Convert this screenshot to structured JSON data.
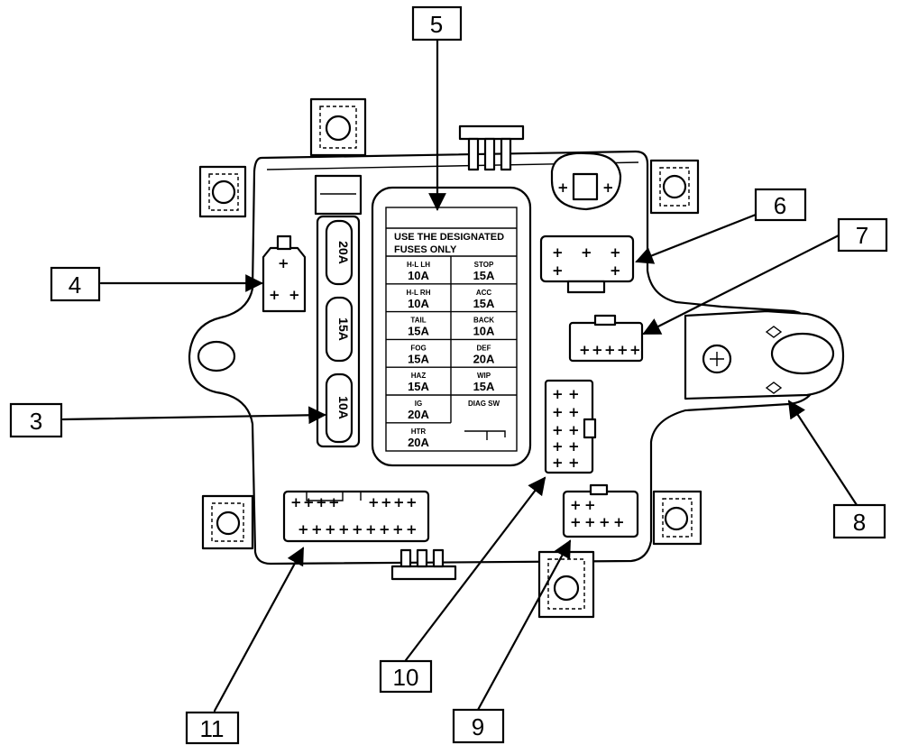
{
  "diagram": {
    "fuse_chart": {
      "heading_line1": "USE THE DESIGNATED",
      "heading_line2": "FUSES ONLY",
      "rows": [
        {
          "left_name": "H-L LH",
          "left_amp": "10A",
          "right_name": "STOP",
          "right_amp": "15A"
        },
        {
          "left_name": "H-L RH",
          "left_amp": "10A",
          "right_name": "ACC",
          "right_amp": "15A"
        },
        {
          "left_name": "TAIL",
          "left_amp": "15A",
          "right_name": "BACK",
          "right_amp": "10A"
        },
        {
          "left_name": "FOG",
          "left_amp": "15A",
          "right_name": "DEF",
          "right_amp": "20A"
        },
        {
          "left_name": "HAZ",
          "left_amp": "15A",
          "right_name": "WIP",
          "right_amp": "15A"
        },
        {
          "left_name": "IG",
          "left_amp": "20A",
          "right_name": "DIAG SW",
          "right_amp": ""
        },
        {
          "left_name": "HTR",
          "left_amp": "20A",
          "right_name": "",
          "right_amp": ""
        }
      ]
    },
    "large_fuses": [
      "20A",
      "15A",
      "10A"
    ],
    "callouts": [
      "3",
      "4",
      "5",
      "6",
      "7",
      "8",
      "9",
      "10",
      "11"
    ]
  }
}
